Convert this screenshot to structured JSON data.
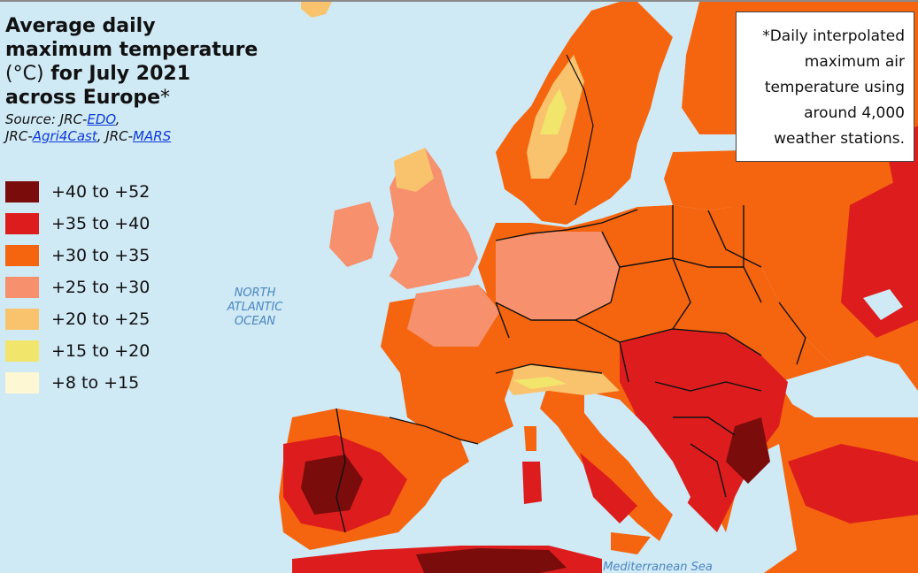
{
  "title": {
    "line1": "Average daily",
    "line2": "maximum temperature",
    "unit": "(°C)",
    "line3_rest": " for July 2021",
    "line4": "across  Europe",
    "asterisk": "*"
  },
  "source": {
    "prefix": "Source: JRC-",
    "edo": "EDO",
    "comma1": ",",
    "prefix2": "JRC-",
    "agri4cast": "Agri4Cast",
    "comma2": ", JRC-",
    "mars": "MARS"
  },
  "legend": [
    {
      "label": "+40 to +52",
      "color": "#7a0c0c"
    },
    {
      "label": "+35 to +40",
      "color": "#dd1d1d"
    },
    {
      "label": "+30 to +35",
      "color": "#f5650f"
    },
    {
      "label": "+25 to +30",
      "color": "#f6906d"
    },
    {
      "label": "+20 to +25",
      "color": "#f9c36e"
    },
    {
      "label": "+15 to +20",
      "color": "#f2e56b"
    },
    {
      "label": "+8 to +15",
      "color": "#fdf7d4"
    }
  ],
  "note": {
    "line1": "*Daily interpolated",
    "line2": "maximum air",
    "line3": "temperature using",
    "line4": "around 4,000",
    "line5": "weather stations."
  },
  "sea_labels": {
    "ocean_line1": "NORTH",
    "ocean_line2": "ATLANTIC",
    "ocean_line3": "OCEAN",
    "mediterranean": "Mediterranean Sea"
  },
  "colors": {
    "sea": "#cfe9f5",
    "border": "#111111",
    "band_40_52": "#7a0c0c",
    "band_35_40": "#dd1d1d",
    "band_30_35": "#f5650f",
    "band_25_30": "#f6906d",
    "band_20_25": "#f9c36e",
    "band_15_20": "#f2e56b",
    "band_8_15": "#fdf7d4"
  }
}
